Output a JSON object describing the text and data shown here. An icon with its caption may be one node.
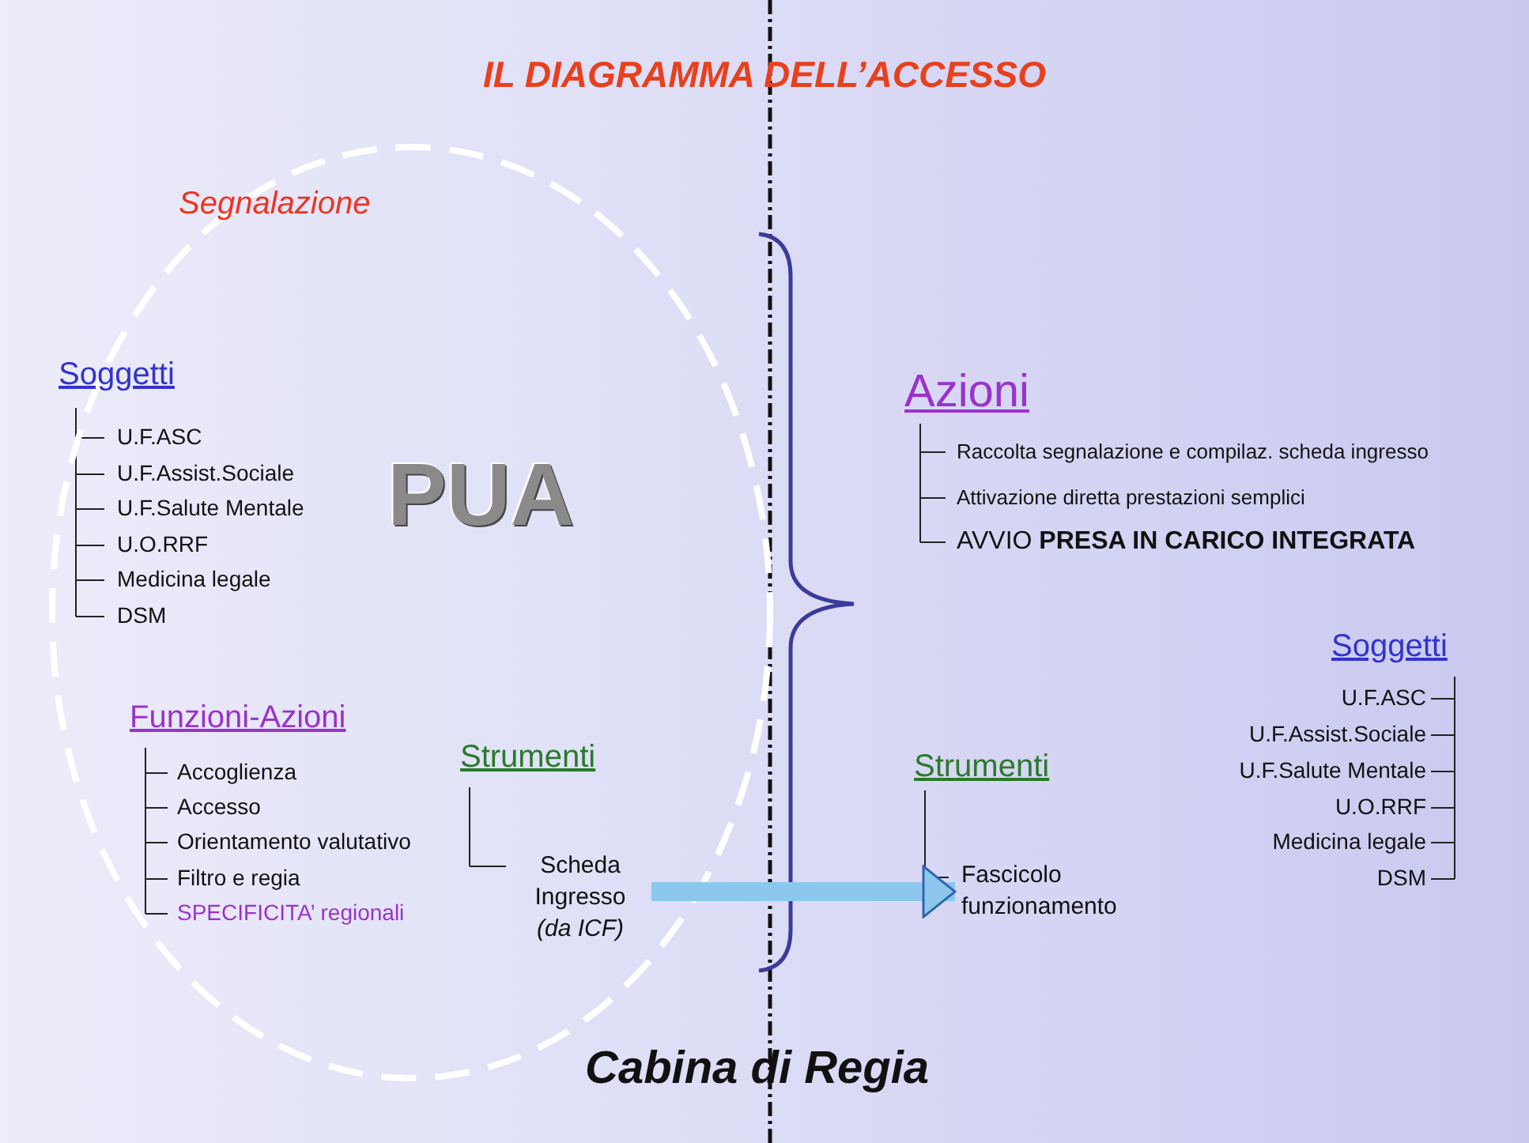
{
  "diagram": {
    "title": "IL DIAGRAMMA DELL’ACCESSO",
    "nodes": [
      {
        "text": [
          "Segnalazione",
          "PUA"
        ]
      },
      {
        "text": [
          "Scheda Ingresso *(da ICF)*"
        ],
        "in": 0
      },
      {
        "text": [
          "Fascicolo funzionamento"
        ]
      }
    ],
    "edges": [
      {
        "from": 1,
        "to": 2,
        "arrow": "to"
      }
    ],
    "labels": [
      "Soggetti",
      "U.F.ASC",
      "U.F.Assist.Sociale",
      "U.F.Salute Mentale",
      "U.O.RRF",
      "Medicina legale",
      "DSM",
      "Funzioni-Azioni",
      "Accoglienza",
      "Accesso",
      "Orientamento valutativo",
      "Filtro e regia",
      "SPECIFICITA’ regionali",
      "Strumenti",
      "Azioni",
      "Raccolta segnalazione e compilaz. scheda ingresso",
      "Attivazione diretta prestazioni semplici",
      "AVVIO **PRESA IN CARICO INTEGRATA**",
      "Strumenti",
      "Soggetti",
      "U.F.ASC",
      "U.F.Assist.Sociale",
      "U.F.Salute Mentale",
      "U.O.RRF",
      "Medicina legale",
      "DSM",
      "Cabina di Regia"
    ]
  }
}
